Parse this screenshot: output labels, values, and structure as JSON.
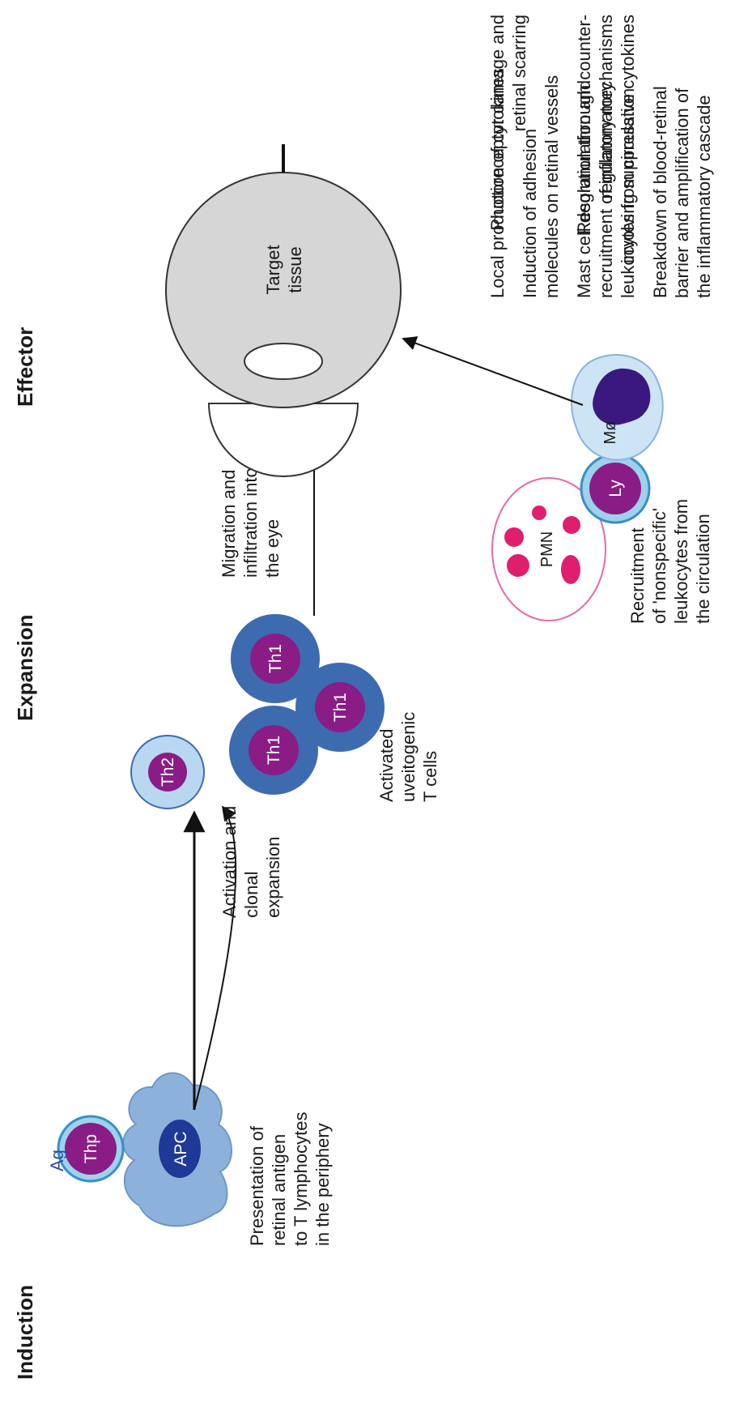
{
  "stages": {
    "induction": "Induction",
    "expansion": "Expansion",
    "effector": "Effector"
  },
  "cells": {
    "ag": "Ag",
    "thp": "Thp",
    "apc": "APC",
    "th2": "Th2",
    "th1": "Th1",
    "pmn": "PMN",
    "ly": "Ly",
    "mo": "Mø"
  },
  "captions": {
    "presentation": [
      "Presentation of",
      "retinal antigen",
      "to T lymphocytes",
      "in the periphery"
    ],
    "activation": [
      "Activation and",
      "clonal",
      "expansion"
    ],
    "activated": [
      "Activated",
      "uveitogenic",
      "T cells"
    ],
    "migration": [
      "Migration and",
      "infiltration into",
      "the eye"
    ],
    "target": [
      "Target",
      "tissue"
    ],
    "recruitment": [
      "Recruitment",
      "of 'nonspecific'",
      "leukocytes from",
      "the circulation"
    ]
  },
  "effects": [
    [
      "Local production of cytokines"
    ],
    [
      "Induction of adhesion",
      "molecules on retinal vessels"
    ],
    [
      "Mast cell degranulation and",
      "recruitment of inflammatory",
      "leukocytes from circulation"
    ],
    [
      "Breakdown of blood-retinal",
      "barrier and amplification of",
      "the inflammatory cascade"
    ],
    [
      "Photoreceptor damage and",
      "retinal scarring"
    ],
    [
      "Resolution through counter-",
      "regulatory mechanisms",
      "involving suppressive cytokines"
    ]
  ],
  "colors": {
    "th_purple": "#8a1c86",
    "th1_ring": "#3c6bb0",
    "th2_ring": "#9cbfe3",
    "apc_blue": "#8cb2dc",
    "apc_nucleus": "#1e3a96",
    "pmn_pink": "#e01e6e",
    "mo_nucleus": "#3a1880",
    "eye_gray": "#d6d6d6"
  }
}
